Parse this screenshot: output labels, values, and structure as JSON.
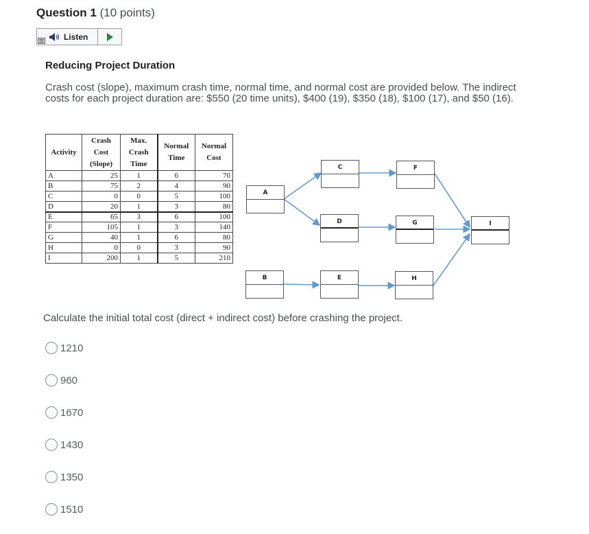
{
  "question": {
    "title": "Question 1",
    "points": "(10 points)"
  },
  "listen": {
    "label": "Listen",
    "menu_icon": "menu-icon",
    "speaker_icon": "speaker-icon",
    "play_icon": "play-icon",
    "play_color": "#1f8a3d"
  },
  "content": {
    "heading": "Reducing Project Duration",
    "intro": "Crash cost (slope), maximum crash time, normal time, and normal cost are provided below. The indirect costs for each project duration are: $550 (20 time units), $400 (19), $350 (18), $100 (17), and $50 (16).",
    "prompt": "Calculate the initial total cost (direct + indirect cost) before crashing the project."
  },
  "table": {
    "headers": {
      "activity": "Activity",
      "slope_l1": "Crash",
      "slope_l2": "Cost",
      "slope_l3": "(Slope)",
      "mct_l1": "Max.",
      "mct_l2": "Crash",
      "mct_l3": "Time",
      "nt_l1": "Normal",
      "nt_l2": "Time",
      "nc_l1": "Normal",
      "nc_l2": "Cost"
    },
    "rows": [
      {
        "activity": "A",
        "slope": "25",
        "max_crash": "1",
        "normal_time": "6",
        "normal_cost": "70"
      },
      {
        "activity": "B",
        "slope": "75",
        "max_crash": "2",
        "normal_time": "4",
        "normal_cost": "90"
      },
      {
        "activity": "C",
        "slope": "0",
        "max_crash": "0",
        "normal_time": "5",
        "normal_cost": "100"
      },
      {
        "activity": "D",
        "slope": "20",
        "max_crash": "1",
        "normal_time": "3",
        "normal_cost": "80"
      },
      {
        "activity": "E",
        "slope": "65",
        "max_crash": "3",
        "normal_time": "6",
        "normal_cost": "100"
      },
      {
        "activity": "F",
        "slope": "105",
        "max_crash": "1",
        "normal_time": "3",
        "normal_cost": "140"
      },
      {
        "activity": "G",
        "slope": "40",
        "max_crash": "1",
        "normal_time": "6",
        "normal_cost": "80"
      },
      {
        "activity": "H",
        "slope": "0",
        "max_crash": "0",
        "normal_time": "3",
        "normal_cost": "90"
      },
      {
        "activity": "I",
        "slope": "200",
        "max_crash": "1",
        "normal_time": "5",
        "normal_cost": "210"
      }
    ]
  },
  "network": {
    "arrow_color": "#5b9bd5",
    "nodes": {
      "A": "A",
      "B": "B",
      "C": "C",
      "D": "D",
      "E": "E",
      "F": "F",
      "G": "G",
      "H": "H",
      "I": "I"
    },
    "edges": [
      [
        "A",
        "C"
      ],
      [
        "A",
        "D"
      ],
      [
        "C",
        "F"
      ],
      [
        "D",
        "G"
      ],
      [
        "B",
        "E"
      ],
      [
        "E",
        "H"
      ],
      [
        "F",
        "I"
      ],
      [
        "G",
        "I"
      ],
      [
        "H",
        "I"
      ]
    ]
  },
  "options": [
    {
      "label": "1210",
      "selected": false
    },
    {
      "label": "960",
      "selected": false
    },
    {
      "label": "1670",
      "selected": false
    },
    {
      "label": "1430",
      "selected": false
    },
    {
      "label": "1350",
      "selected": false
    },
    {
      "label": "1510",
      "selected": false
    }
  ]
}
